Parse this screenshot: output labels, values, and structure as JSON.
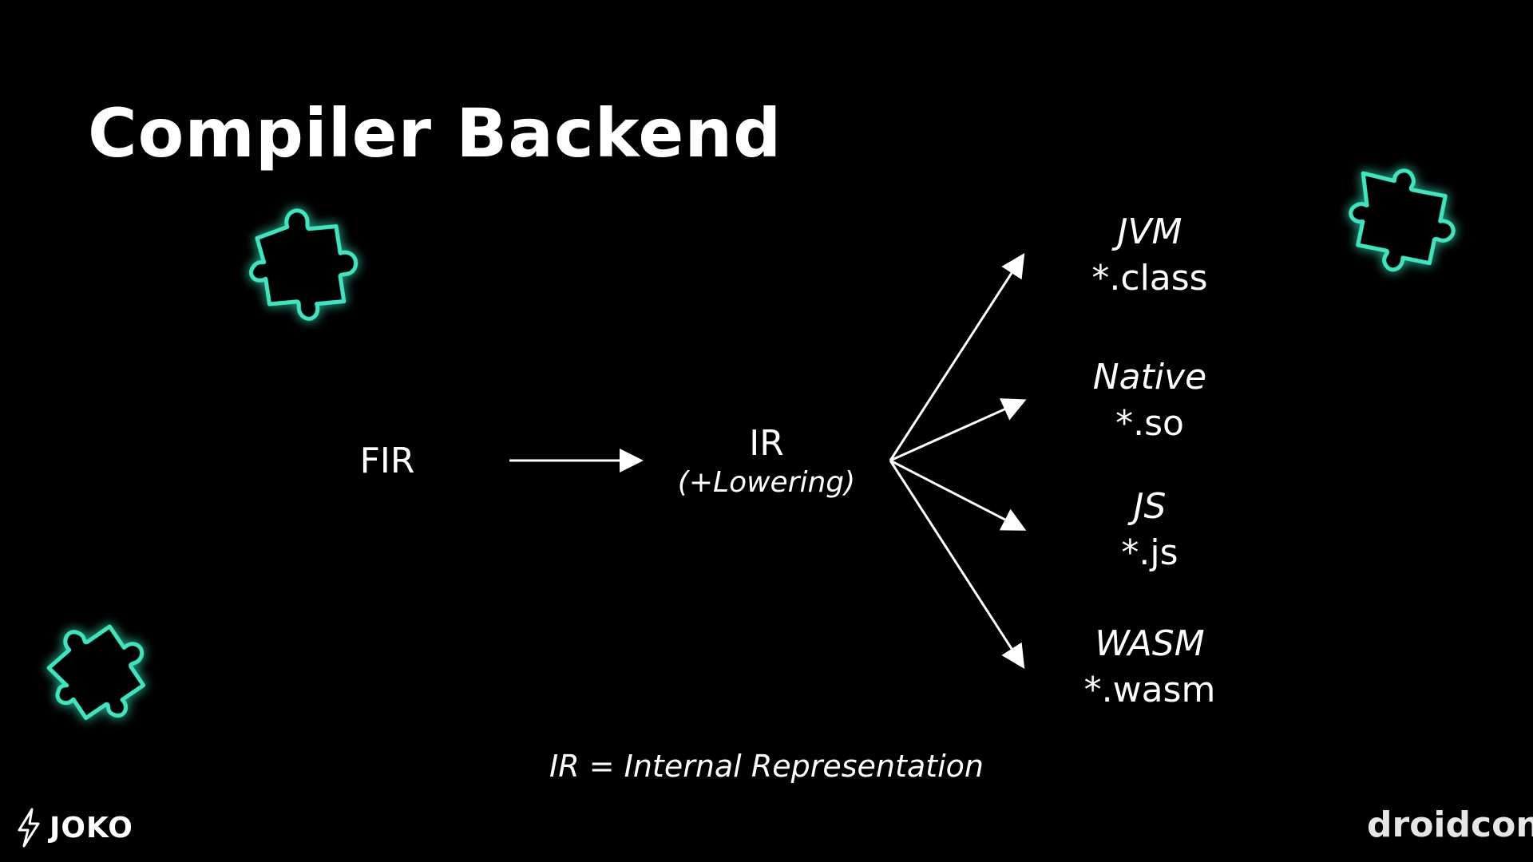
{
  "slide": {
    "title": "Compiler Backend",
    "source_node": "FIR",
    "middle_node": {
      "label": "IR",
      "sublabel": "(+Lowering)"
    },
    "targets": [
      {
        "name": "JVM",
        "extension": "*.class"
      },
      {
        "name": "Native",
        "extension": "*.so"
      },
      {
        "name": "JS",
        "extension": "*.js"
      },
      {
        "name": "WASM",
        "extension": "*.wasm"
      }
    ],
    "footnote": "IR = Internal Representation"
  },
  "branding": {
    "left_logo_text": "JOKO",
    "right_logo_text": "droidcon"
  },
  "icons": {
    "puzzle": "puzzle-piece-icon",
    "bolt": "lightning-bolt-icon"
  },
  "colors": {
    "background": "#000000",
    "text": "#ffffff",
    "glow": "#3ee6c0"
  }
}
